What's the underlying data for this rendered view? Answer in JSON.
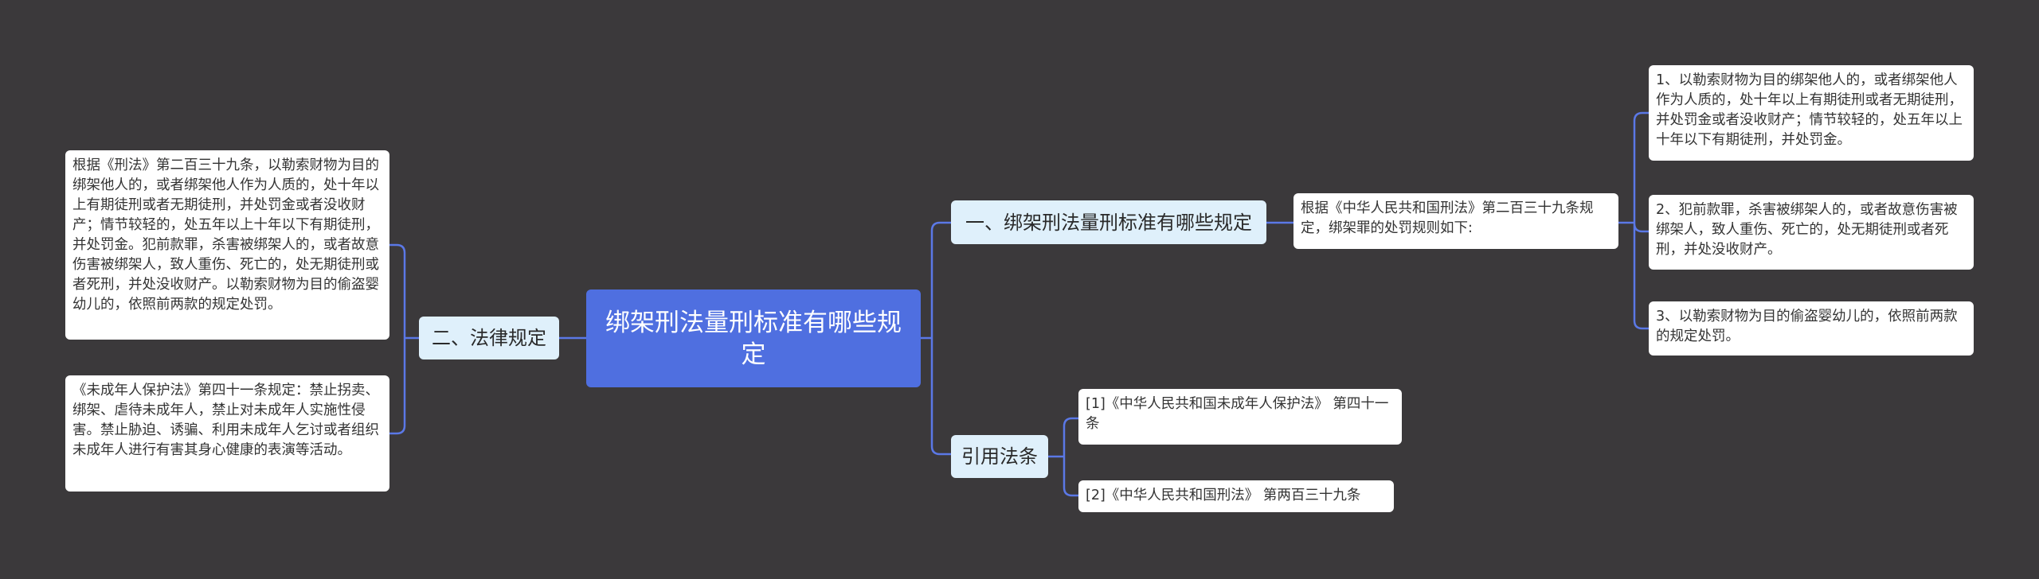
{
  "root": {
    "title": "绑架刑法量刑标准有哪些规定"
  },
  "right_branches": [
    {
      "label": "一、绑架刑法量刑标准有哪些规定",
      "child": {
        "text": "根据《中华人民共和国刑法》第二百三十九条规定，绑架罪的处罚规则如下:",
        "items": [
          "1、以勒索财物为目的绑架他人的，或者绑架他人作为人质的，处十年以上有期徒刑或者无期徒刑，并处罚金或者没收财产；情节较轻的，处五年以上十年以下有期徒刑，并处罚金。",
          "2、犯前款罪，杀害被绑架人的，或者故意伤害被绑架人，致人重伤、死亡的，处无期徒刑或者死刑，并处没收财产。",
          "3、以勒索财物为目的偷盗婴幼儿的，依照前两款的规定处罚。"
        ]
      }
    },
    {
      "label": "引用法条",
      "items": [
        "[1]《中华人民共和国未成年人保护法》 第四十一条",
        "[2]《中华人民共和国刑法》 第两百三十九条"
      ]
    }
  ],
  "left_branch": {
    "label": "二、法律规定",
    "items": [
      "根据《刑法》第二百三十九条，以勒索财物为目的绑架他人的，或者绑架他人作为人质的，处十年以上有期徒刑或者无期徒刑，并处罚金或者没收财产；情节较轻的，处五年以上十年以下有期徒刑，并处罚金。犯前款罪，杀害被绑架人的，或者故意伤害被绑架人，致人重伤、死亡的，处无期徒刑或者死刑，并处没收财产。以勒索财物为目的偷盗婴幼儿的，依照前两款的规定处罚。",
      "《未成年人保护法》第四十一条规定：禁止拐卖、绑架、虐待未成年人，禁止对未成年人实施性侵害。禁止胁迫、诱骗、利用未成年人乞讨或者组织未成年人进行有害其身心健康的表演等活动。"
    ]
  },
  "colors": {
    "background": "#3b393b",
    "root": "#4f6fe0",
    "branch": "#dff0fb",
    "leaf": "#ffffff",
    "connector": "#5b78e6"
  }
}
